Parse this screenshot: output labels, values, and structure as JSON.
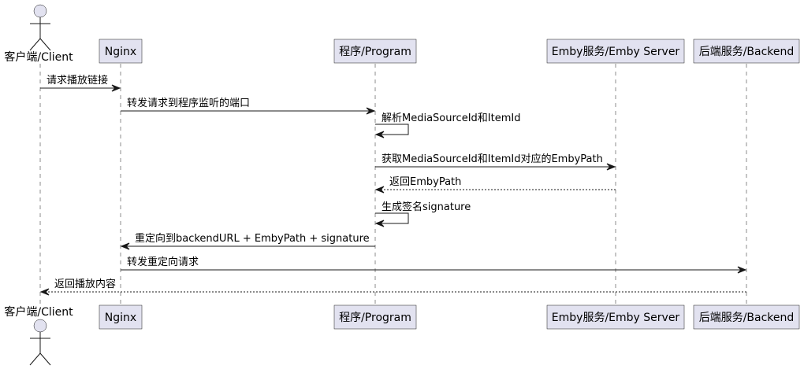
{
  "participants": [
    {
      "id": "client",
      "label": "客户端/Client",
      "kind": "actor"
    },
    {
      "id": "nginx",
      "label": "Nginx",
      "kind": "participant"
    },
    {
      "id": "program",
      "label": "程序/Program",
      "kind": "participant"
    },
    {
      "id": "emby",
      "label": "Emby服务/Emby Server",
      "kind": "participant"
    },
    {
      "id": "backend",
      "label": "后端服务/Backend",
      "kind": "participant"
    }
  ],
  "messages": [
    {
      "from": "client",
      "to": "nginx",
      "label": "请求播放链接",
      "style": "solid"
    },
    {
      "from": "nginx",
      "to": "program",
      "label": "转发请求到程序监听的端口",
      "style": "solid"
    },
    {
      "from": "program",
      "to": "program",
      "label": "解析MediaSourceId和ItemId",
      "style": "solid"
    },
    {
      "from": "program",
      "to": "emby",
      "label": "获取MediaSourceId和ItemId对应的EmbyPath",
      "style": "solid"
    },
    {
      "from": "emby",
      "to": "program",
      "label": "返回EmbyPath",
      "style": "dashed"
    },
    {
      "from": "program",
      "to": "program",
      "label": "生成签名signature",
      "style": "solid"
    },
    {
      "from": "program",
      "to": "nginx",
      "label": "重定向到backendURL + EmbyPath + signature",
      "style": "solid"
    },
    {
      "from": "nginx",
      "to": "backend",
      "label": "转发重定向请求",
      "style": "solid"
    },
    {
      "from": "backend",
      "to": "client",
      "label": "返回播放内容",
      "style": "dashed"
    }
  ],
  "colors": {
    "participant_fill": "#E2E2F0",
    "line": "#181818",
    "background": "#FFFFFF"
  }
}
